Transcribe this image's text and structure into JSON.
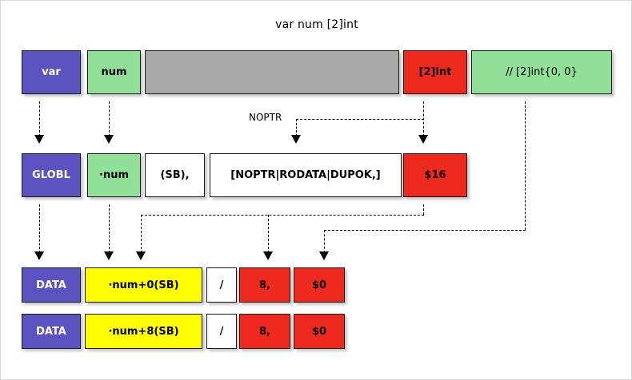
{
  "diagram": {
    "title": "var num [2]int",
    "colors": {
      "purple": "#5b54c0",
      "green": "#90e09a",
      "gray": "#a8a8a8",
      "red": "#ee2a1e",
      "yellow": "#ffff00",
      "white": "#ffffff",
      "stroke": "#1a1a1a"
    },
    "row_declaration": {
      "keyword": "var",
      "name": "num",
      "blank": "",
      "type": "[2]int",
      "comment": "// [2]int{0, 0}"
    },
    "row_globl": {
      "directive": "GLOBL",
      "symbol": "·num",
      "base": "(SB),",
      "flags": "[NOPTR|RODATA|DUPOK,]",
      "size": "$16"
    },
    "annotations": {
      "noptr": "NOPTR"
    },
    "row_data_1": {
      "directive": "DATA",
      "symbol": "·num+0(SB)",
      "slash": "/",
      "width": "8,",
      "value": "$0"
    },
    "row_data_2": {
      "directive": "DATA",
      "symbol": "·num+8(SB)",
      "slash": "/",
      "width": "8,",
      "value": "$0"
    }
  }
}
